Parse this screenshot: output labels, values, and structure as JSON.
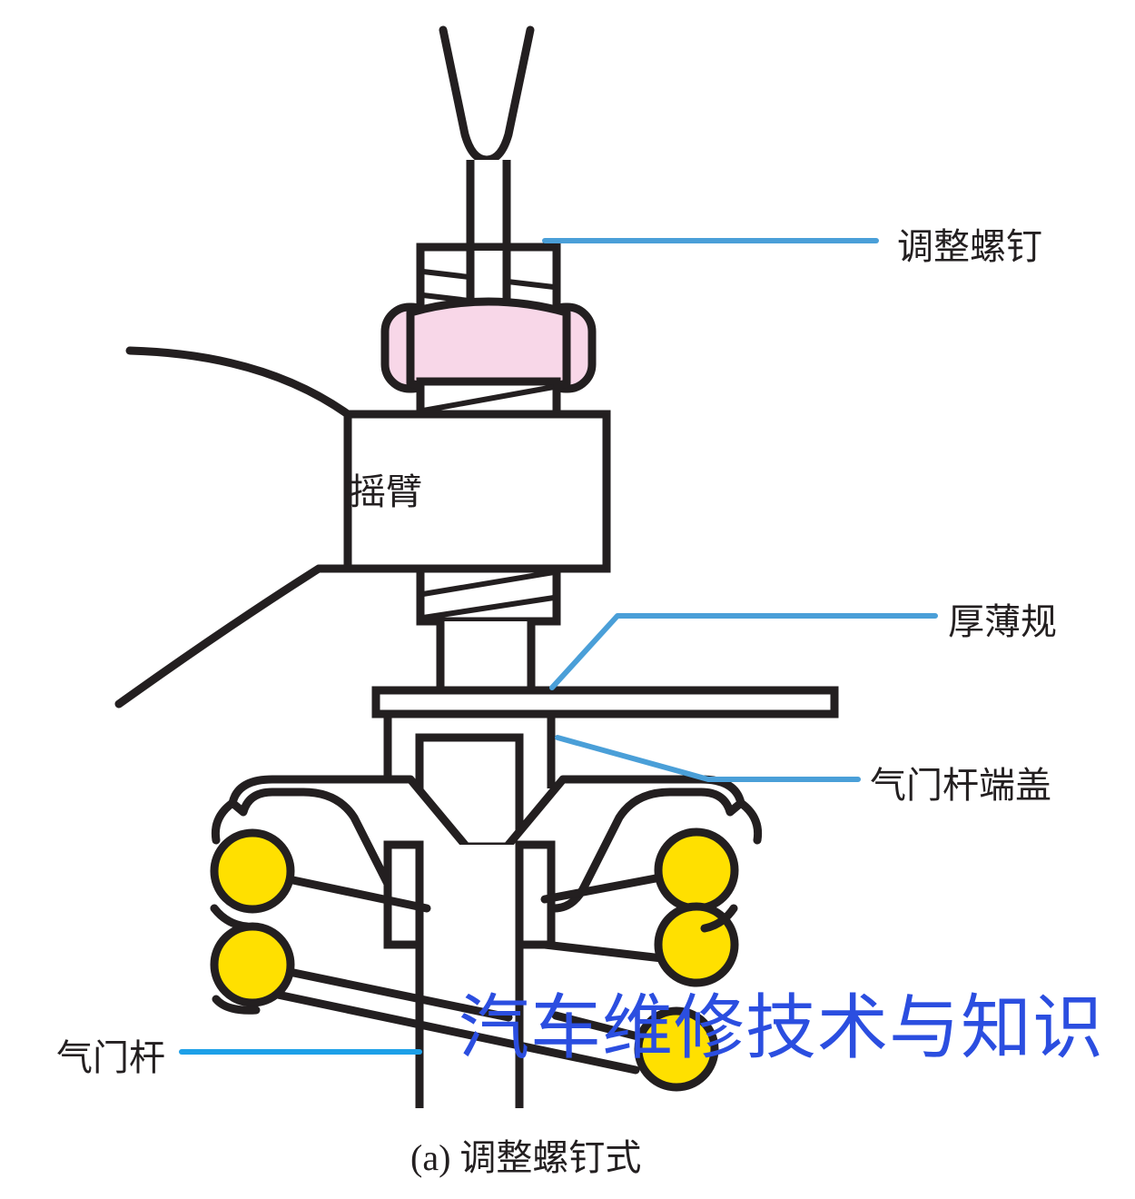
{
  "figure": {
    "title_caption": "(a) 调整螺钉式",
    "watermark": "汽车维修技术与知识",
    "background_color": "#ffffff",
    "line_color": "#231f20",
    "leader_color_light": "#4a9fd8",
    "leader_color_bright": "#1da0e8",
    "nut_color": "#f8d7e8",
    "spring_color": "#ffe000",
    "watermark_color": "#2b4ee0"
  },
  "labels": {
    "adjusting_screw": "调整螺钉",
    "rocker_arm": "摇臂",
    "feeler_gauge": "厚薄规",
    "valve_stem_cap": "气门杆端盖",
    "valve_stem": "气门杆"
  },
  "parts": [
    {
      "id": "adjusting-screw",
      "label": "调整螺钉",
      "leader": "right"
    },
    {
      "id": "rocker-arm",
      "label": "摇臂",
      "leader": "none"
    },
    {
      "id": "feeler-gauge",
      "label": "厚薄规",
      "leader": "right"
    },
    {
      "id": "valve-stem-cap",
      "label": "气门杆端盖",
      "leader": "right"
    },
    {
      "id": "valve-stem",
      "label": "气门杆",
      "leader": "left"
    }
  ]
}
